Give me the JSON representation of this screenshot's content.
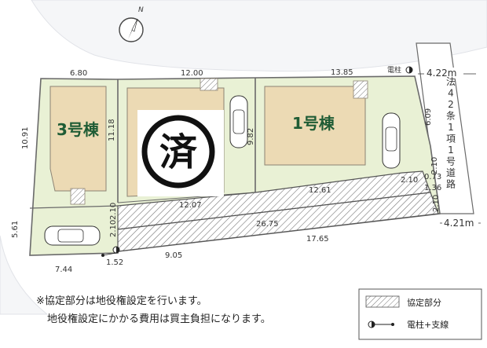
{
  "compass": {
    "north_label": "N"
  },
  "lots": {
    "lot3_label": "3号棟",
    "lot1_label": "1号棟",
    "stamp_char": "済"
  },
  "dimensions": {
    "top_left": "6.80",
    "top_mid": "12.00",
    "top_right": "13.85",
    "left_upper": "10.91",
    "left_lower": "5.61",
    "lot3_right": "11.18",
    "lot1_left": "9.82",
    "right_upper": "6.09",
    "easement_upper_width": "12.61",
    "easement_mid_width": "12.07",
    "easement_lower_width": "26.75",
    "bottom_right": "17.65",
    "bottom_mid": "9.05",
    "bottom_left": "7.44",
    "corner_1": "1.52",
    "side_a": "2.10",
    "side_b": "2.10",
    "side_c": "2.10",
    "side_d": "2.10",
    "side_e": "2.10",
    "right_small_1": "0.73",
    "right_small_2": "1.36",
    "road_width_top": "4.22m",
    "road_width_bottom": "4.21m"
  },
  "road": {
    "vertical_label": "法42条1項1号道路",
    "pole_label": "電柱"
  },
  "notes": {
    "line1": "※協定部分は地役権設定を行います。",
    "line2": "地役権設定にかかる費用は買主負担になります。"
  },
  "legend": {
    "hatched_label": "協定部分",
    "pole_label": "電柱+支線"
  }
}
